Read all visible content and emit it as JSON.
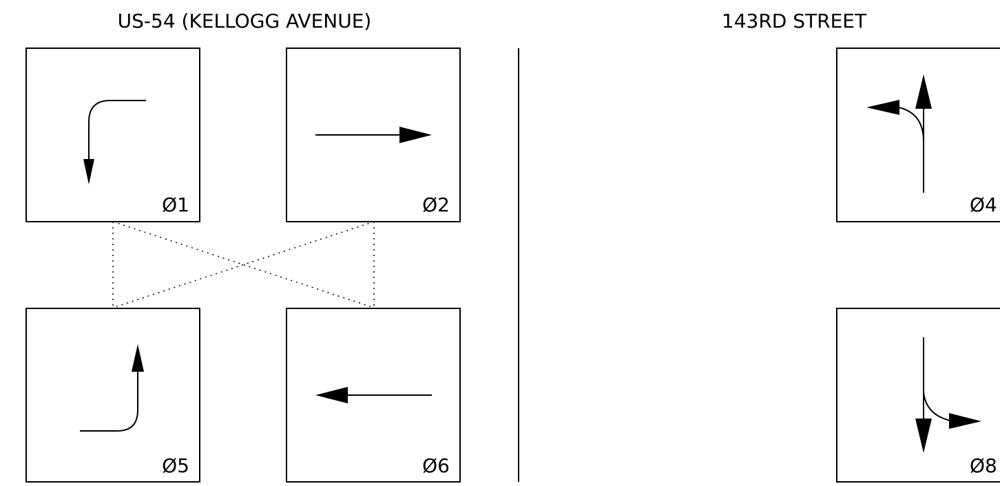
{
  "sections": [
    {
      "title": "US-54 (KELLOGG AVENUE)"
    },
    {
      "title": "143RD STREET"
    }
  ],
  "phases": [
    {
      "label": "Ø1",
      "movement": "left-turn-down"
    },
    {
      "label": "Ø2",
      "movement": "through-right"
    },
    {
      "label": "Ø5",
      "movement": "right-turn-up"
    },
    {
      "label": "Ø6",
      "movement": "through-left"
    },
    {
      "label": "Ø4",
      "movement": "through-up-with-left"
    },
    {
      "label": "Ø8",
      "movement": "through-down-with-right"
    }
  ]
}
